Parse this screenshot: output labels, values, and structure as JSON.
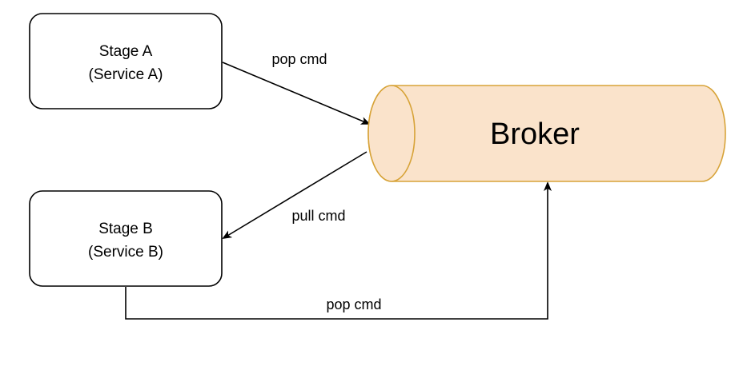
{
  "nodes": {
    "stage_a": {
      "title": "Stage A",
      "subtitle": "(Service A)"
    },
    "stage_b": {
      "title": "Stage B",
      "subtitle": "(Service B)"
    },
    "broker": {
      "label": "Broker"
    }
  },
  "edges": {
    "a_to_broker": {
      "label": "pop cmd"
    },
    "broker_to_b": {
      "label": "pull cmd"
    },
    "b_to_broker": {
      "label": "pop cmd"
    }
  },
  "colors": {
    "broker_fill": "#fae3cb",
    "broker_stroke": "#d7a338",
    "box_stroke": "#000000",
    "edge_stroke": "#000000"
  }
}
